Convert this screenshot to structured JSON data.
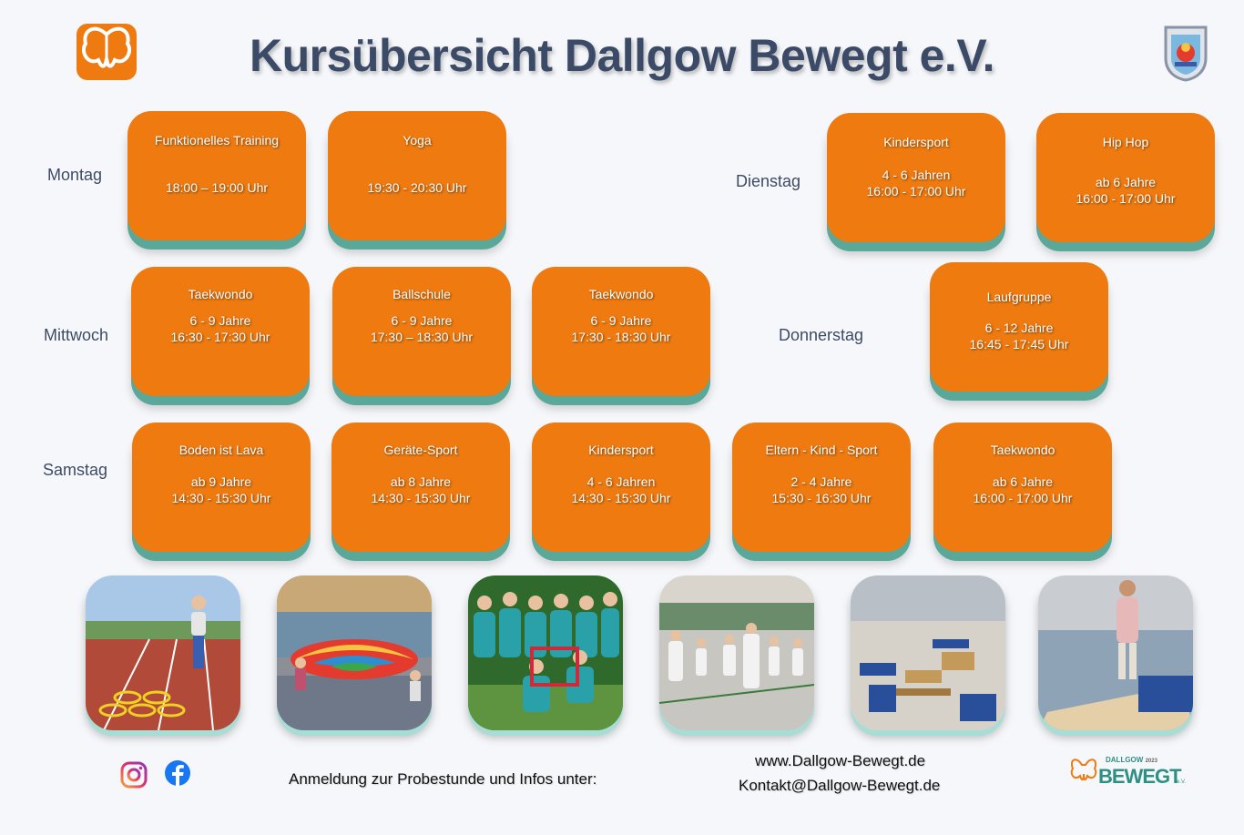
{
  "header": {
    "title": "Kursübersicht Dallgow Bewegt e.V."
  },
  "days": {
    "montag": "Montag",
    "dienstag": "Dienstag",
    "mittwoch": "Mittwoch",
    "donnerstag": "Donnerstag",
    "samstag": "Samstag"
  },
  "courses": {
    "mon1": {
      "name": "Funktionelles Training",
      "time": "18:00 – 19:00 Uhr"
    },
    "mon2": {
      "name": "Yoga",
      "time": "19:30 - 20:30 Uhr"
    },
    "tue1": {
      "name": "Kindersport",
      "age": "4 - 6 Jahren",
      "time": "16:00 - 17:00 Uhr"
    },
    "tue2": {
      "name": "Hip Hop",
      "age": "ab 6 Jahre",
      "time": "16:00 - 17:00 Uhr"
    },
    "wed1": {
      "name": "Taekwondo",
      "age": "6 - 9 Jahre",
      "time": "16:30 - 17:30 Uhr"
    },
    "wed2": {
      "name": "Ballschule",
      "age": "6 - 9 Jahre",
      "time": "17:30 – 18:30 Uhr"
    },
    "wed3": {
      "name": "Taekwondo",
      "age": "6 - 9 Jahre",
      "time": "17:30 - 18:30 Uhr"
    },
    "thu1": {
      "name": "Laufgruppe",
      "age": "6  - 12 Jahre",
      "time": "16:45 - 17:45 Uhr"
    },
    "sat1": {
      "name": "Boden ist Lava",
      "age": "ab 9 Jahre",
      "time": "14:30 - 15:30 Uhr"
    },
    "sat2": {
      "name": "Geräte-Sport",
      "age": "ab 8 Jahre",
      "time": "14:30 - 15:30 Uhr"
    },
    "sat3": {
      "name": "Kindersport",
      "age": "4 - 6 Jahren",
      "time": "14:30 - 15:30 Uhr"
    },
    "sat4": {
      "name": "Eltern - Kind - Sport",
      "age": "2 - 4 Jahre",
      "time": "15:30 - 16:30 Uhr"
    },
    "sat5": {
      "name": "Taekwondo",
      "age": "ab 6 Jahre",
      "time": "16:00 - 17:00 Uhr"
    }
  },
  "footer": {
    "signup": "Anmeldung zur Probestunde und Infos unter:",
    "website": "www.Dallgow-Bewegt.de",
    "email": "Kontakt@Dallgow-Bewegt.de",
    "brand_small": "DALLGOW",
    "brand_year": "2023",
    "brand_big": "BEWEGT",
    "brand_ev": "e.V."
  },
  "colors": {
    "card": "#ee7a10",
    "card_shadow": "#5aa89a",
    "title": "#3b4a66",
    "brand_teal": "#2e8f84",
    "brand_orange": "#ee7a10"
  },
  "icons": [
    "butterfly-logo-icon",
    "club-crest-icon",
    "instagram-icon",
    "facebook-icon"
  ]
}
